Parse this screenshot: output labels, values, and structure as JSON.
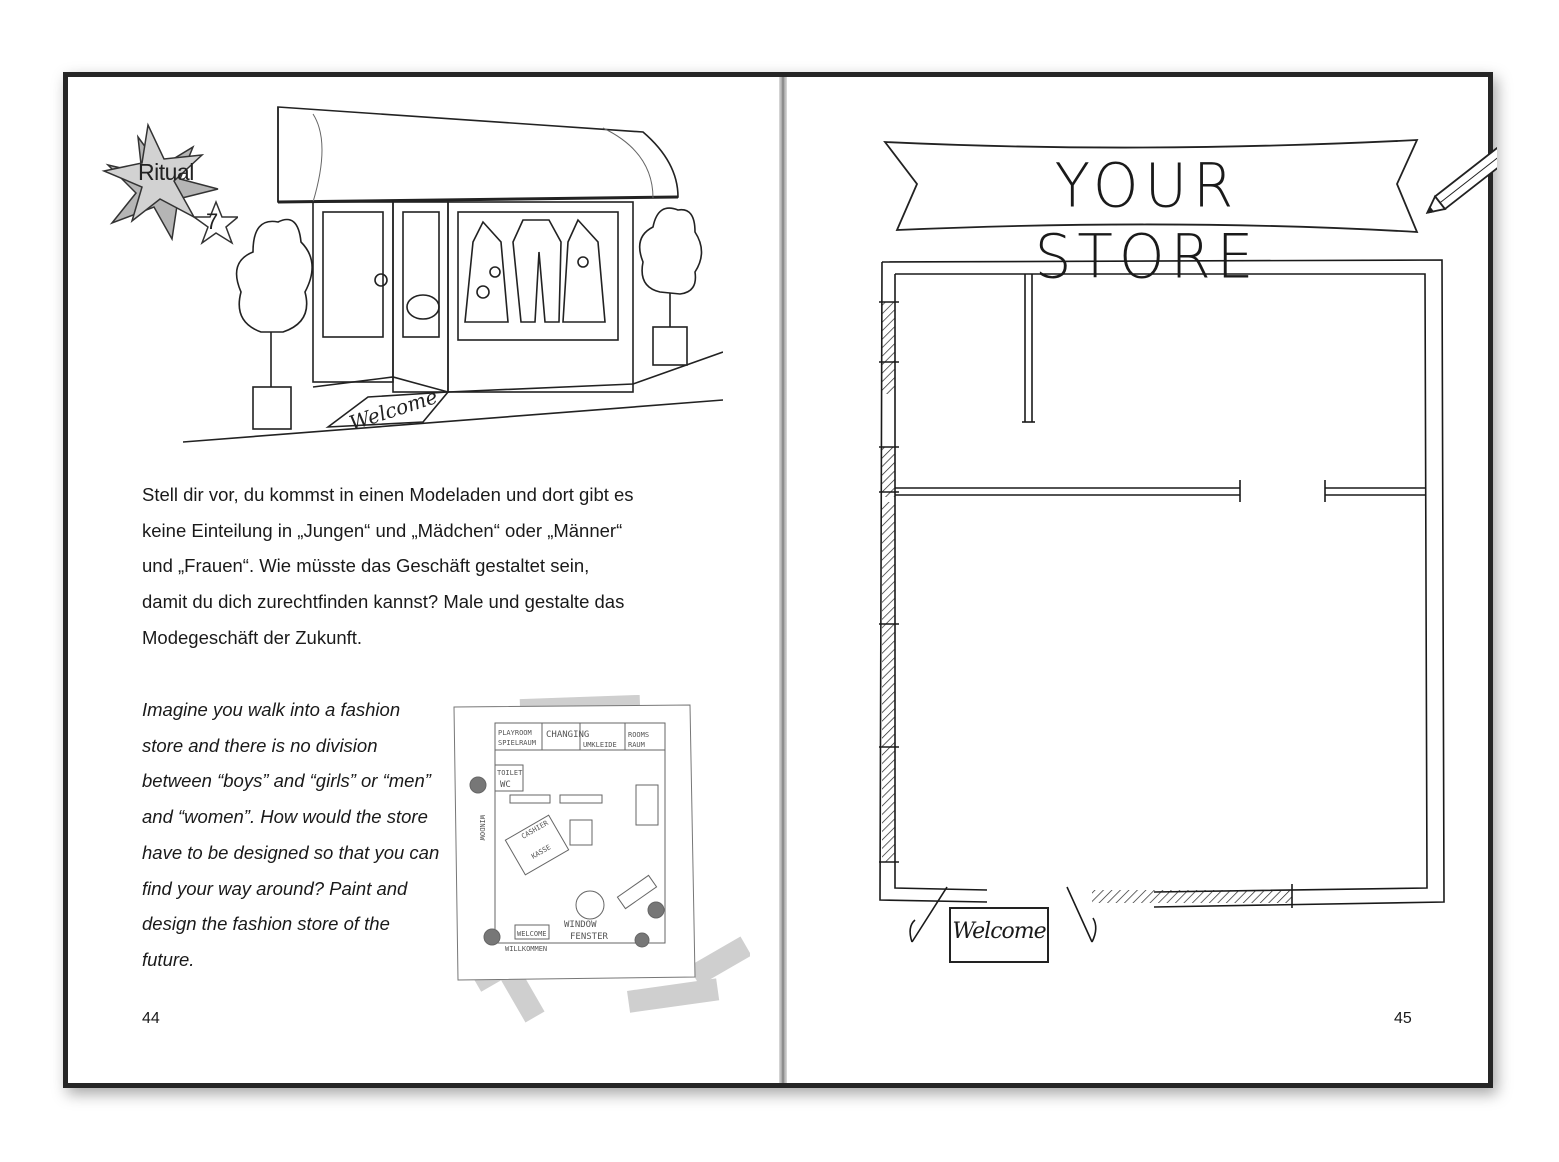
{
  "left_page": {
    "badge": {
      "label": "Ritual",
      "number": "7"
    },
    "storefront": {
      "mat_text": "Welcome"
    },
    "german_text": [
      "Stell dir vor, du kommst in einen Modeladen und dort gibt es",
      "keine Einteilung in „Jungen“ und „Mädchen“ oder „Männer“",
      "und „Frauen“. Wie müsste das Geschäft gestaltet sein,",
      "damit du dich zurechtfinden kannst? Male und gestalte das",
      "Modegeschäft der Zukunft."
    ],
    "english_text": [
      "Imagine you walk into a fashion",
      "store and there is no division",
      "between “boys” and “girls” or “men”",
      "and “women”. How would the store",
      "have to be designed so that you can",
      "find your way around? Paint and",
      "design the fashion store of the",
      "future."
    ],
    "example_plan_labels": {
      "playroom": "PLAYROOM",
      "spielraum": "SPIELRAUM",
      "changing": "CHANGING",
      "umkleide": "UMKLEIDE",
      "rooms": "ROOMS",
      "raum": "RAUM",
      "toilet": "TOILET",
      "wc": "WC",
      "cashier": "CASHIER",
      "kasse": "KASSE",
      "window_side": "WINDOW",
      "welcome": "WELCOME",
      "willkommen": "WILLKOMMEN",
      "window": "WINDOW",
      "fenster": "FENSTER"
    },
    "page_number": "44"
  },
  "right_page": {
    "banner_title": "YOUR STORE",
    "mat_text": "Welcome",
    "page_number": "45"
  }
}
